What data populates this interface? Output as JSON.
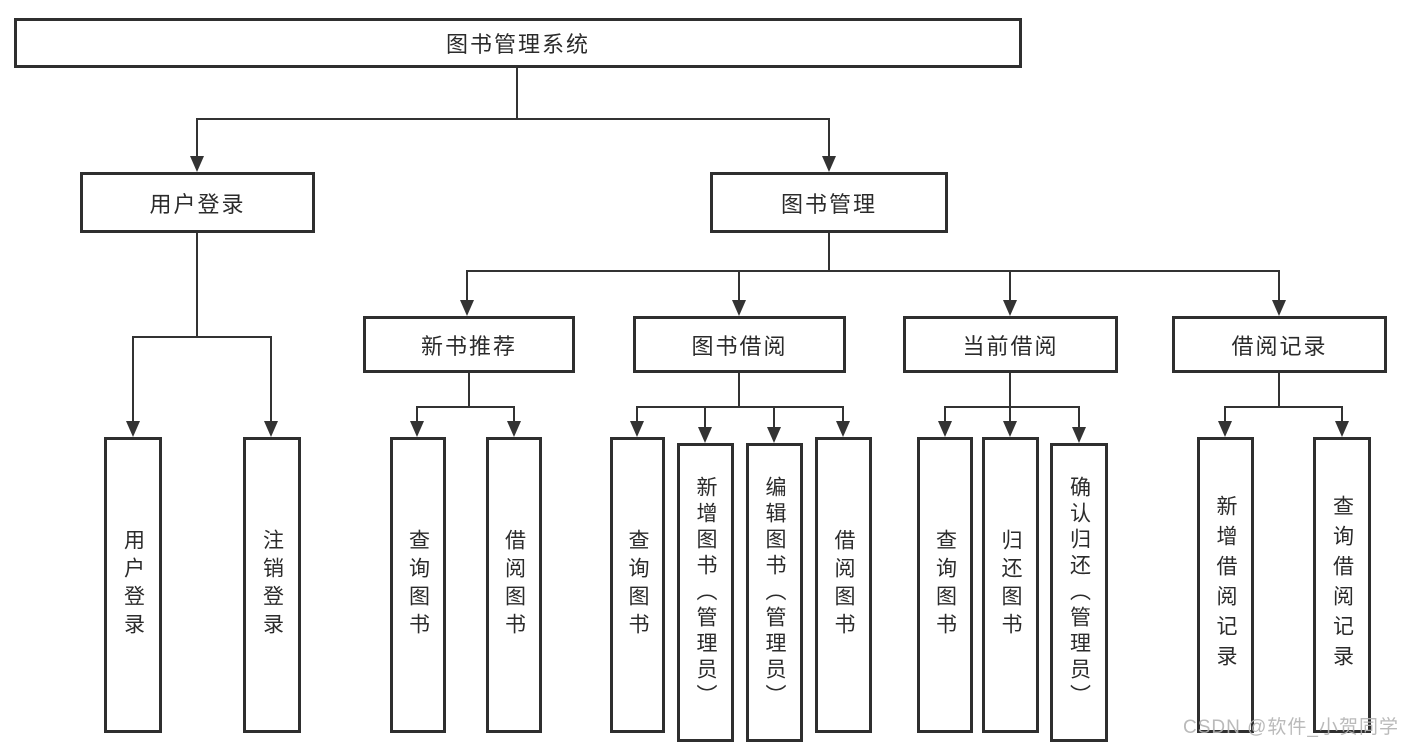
{
  "diagram_title": "图书管理系统",
  "nodes": {
    "root": "图书管理系统",
    "user_login_group": "用户登录",
    "book_mgmt_group": "图书管理",
    "new_book_rec": "新书推荐",
    "book_borrow": "图书借阅",
    "current_borrow": "当前借阅",
    "borrow_records": "借阅记录",
    "user_login": "用户登录",
    "logout_login": "注销登录",
    "rec_query_book": "查询图书",
    "rec_borrow_book": "借阅图书",
    "bb_query_book": "查询图书",
    "bb_add_book": "新增图书（管理员）",
    "bb_edit_book": "编辑图书（管理员）",
    "bb_borrow_book": "借阅图书",
    "cb_query_book": "查询图书",
    "cb_return_book": "归还图书",
    "cb_confirm_return": "确认归还（管理员）",
    "br_add_record": "新增借阅记录",
    "br_query_record": "查询借阅记录"
  },
  "hierarchy": [
    {
      "parent": "图书管理系统",
      "children": [
        "用户登录",
        "图书管理"
      ]
    },
    {
      "parent": "用户登录",
      "children": [
        "用户登录",
        "注销登录"
      ]
    },
    {
      "parent": "图书管理",
      "children": [
        "新书推荐",
        "图书借阅",
        "当前借阅",
        "借阅记录"
      ]
    },
    {
      "parent": "新书推荐",
      "children": [
        "查询图书",
        "借阅图书"
      ]
    },
    {
      "parent": "图书借阅",
      "children": [
        "查询图书",
        "新增图书（管理员）",
        "编辑图书（管理员）",
        "借阅图书"
      ]
    },
    {
      "parent": "当前借阅",
      "children": [
        "查询图书",
        "归还图书",
        "确认归还（管理员）"
      ]
    },
    {
      "parent": "借阅记录",
      "children": [
        "新增借阅记录",
        "查询借阅记录"
      ]
    }
  ],
  "watermark": "CSDN @软件_小贺同学",
  "colors": {
    "line": "#333333",
    "border": "#2f2f2f",
    "text": "#2b2b2b",
    "background": "#ffffff",
    "watermark": "#b3b3b3"
  }
}
